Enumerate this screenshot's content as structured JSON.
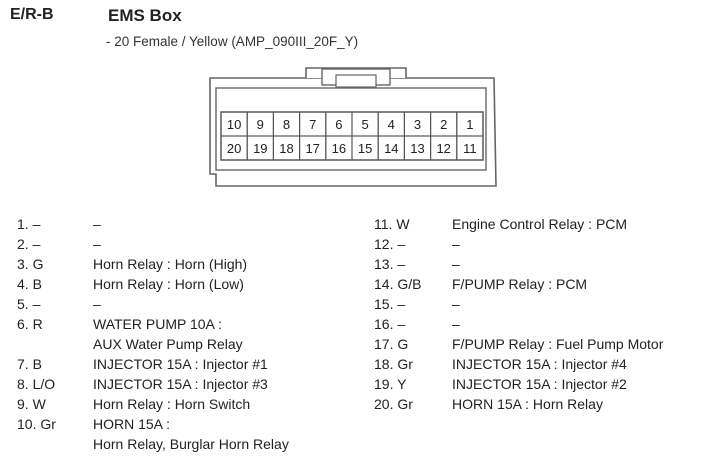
{
  "header": {
    "code": "E/R-B",
    "title": "EMS Box",
    "subtitle": "- 20 Female / Yellow (AMP_090III_20F_Y)"
  },
  "connector": {
    "top_row": [
      "10",
      "9",
      "8",
      "7",
      "6",
      "5",
      "4",
      "3",
      "2",
      "1"
    ],
    "bottom_row": [
      "20",
      "19",
      "18",
      "17",
      "16",
      "15",
      "14",
      "13",
      "12",
      "11"
    ]
  },
  "pins_left": [
    {
      "pin": "1. –",
      "lines": [
        "–"
      ]
    },
    {
      "pin": "2. –",
      "lines": [
        "–"
      ]
    },
    {
      "pin": "3. G",
      "lines": [
        "Horn Relay : Horn (High)"
      ]
    },
    {
      "pin": "4. B",
      "lines": [
        "Horn Relay : Horn (Low)"
      ]
    },
    {
      "pin": "5. –",
      "lines": [
        "–"
      ]
    },
    {
      "pin": "6. R",
      "lines": [
        "WATER PUMP 10A :",
        "AUX Water Pump Relay"
      ]
    },
    {
      "pin": "7. B",
      "lines": [
        "INJECTOR 15A : Injector #1"
      ]
    },
    {
      "pin": "8. L/O",
      "lines": [
        "INJECTOR 15A : Injector #3"
      ]
    },
    {
      "pin": "9. W",
      "lines": [
        "Horn Relay : Horn Switch"
      ]
    },
    {
      "pin": "10. Gr",
      "lines": [
        "HORN 15A :",
        "Horn Relay, Burglar Horn Relay"
      ]
    }
  ],
  "pins_right": [
    {
      "pin": "11. W",
      "lines": [
        "Engine Control Relay : PCM"
      ]
    },
    {
      "pin": "12. –",
      "lines": [
        "–"
      ]
    },
    {
      "pin": "13. –",
      "lines": [
        "–"
      ]
    },
    {
      "pin": "14. G/B",
      "lines": [
        "F/PUMP Relay : PCM"
      ]
    },
    {
      "pin": "15. –",
      "lines": [
        "–"
      ]
    },
    {
      "pin": "16. –",
      "lines": [
        "–"
      ]
    },
    {
      "pin": "17. G",
      "lines": [
        "F/PUMP Relay : Fuel Pump Motor"
      ]
    },
    {
      "pin": "18. Gr",
      "lines": [
        "INJECTOR 15A : Injector #4"
      ]
    },
    {
      "pin": "19. Y",
      "lines": [
        "INJECTOR 15A : Injector #2"
      ]
    },
    {
      "pin": "20. Gr",
      "lines": [
        "HORN 15A : Horn Relay"
      ]
    }
  ]
}
